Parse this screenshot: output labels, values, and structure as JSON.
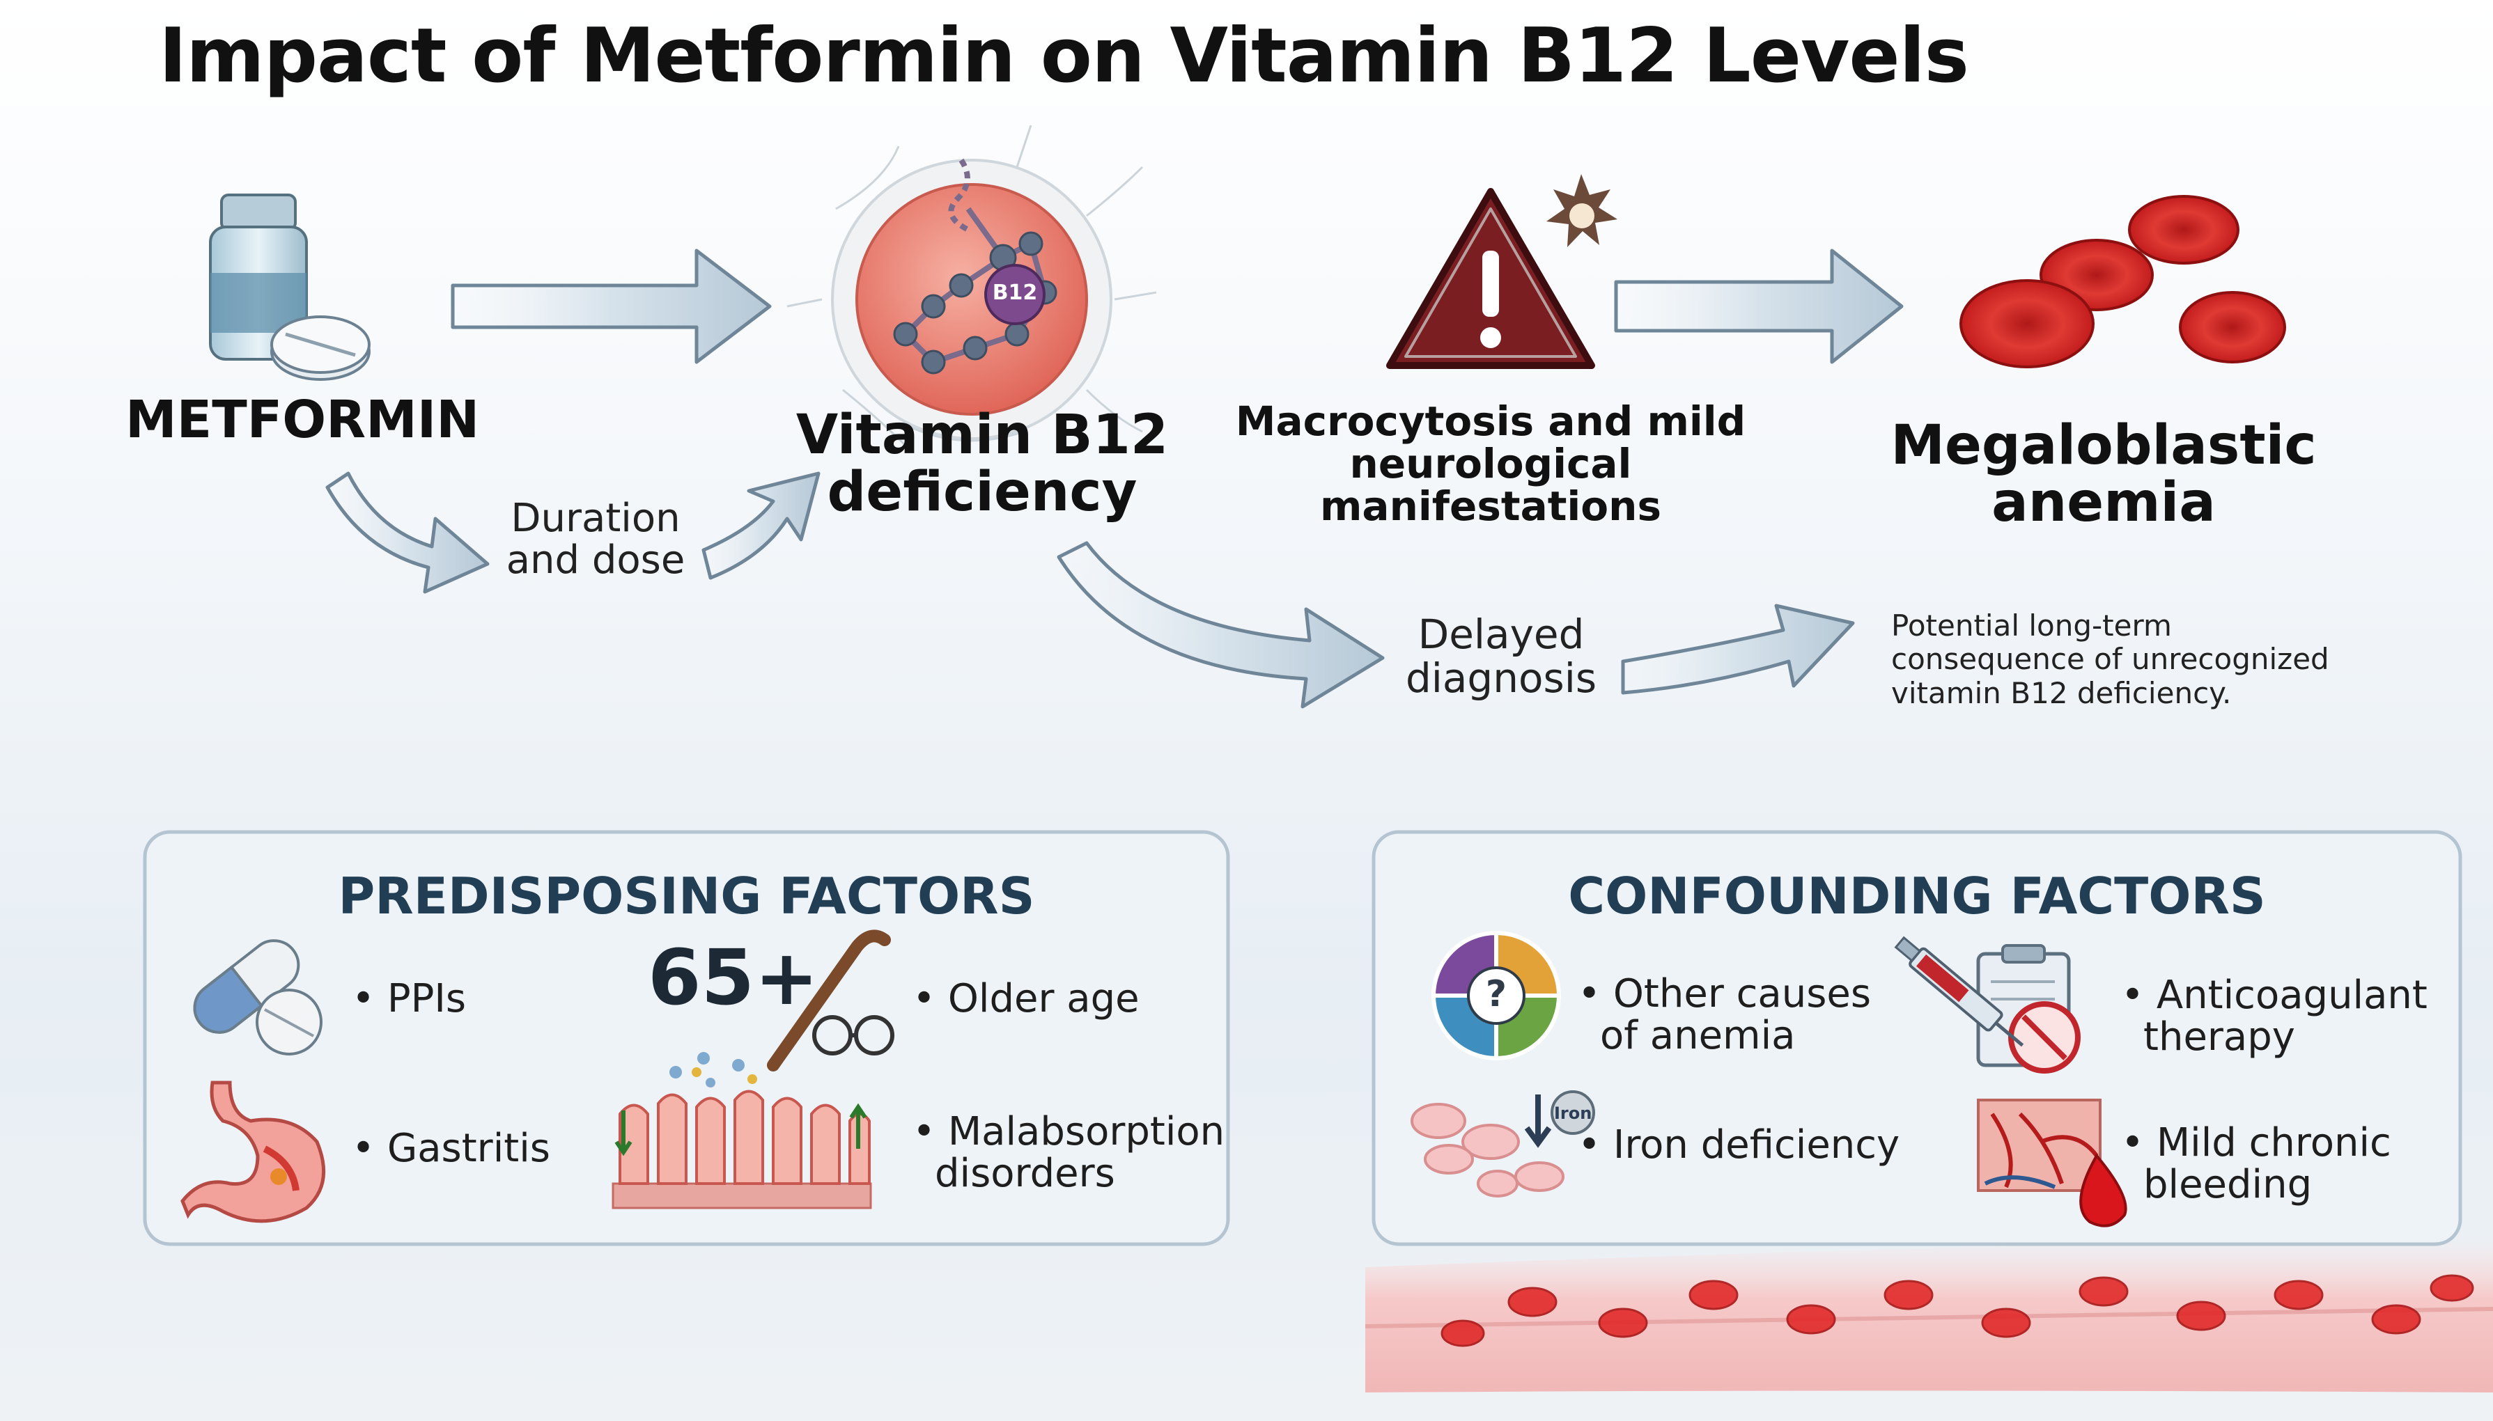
{
  "title": "Impact of Metformin on Vitamin B12 Levels",
  "flow": {
    "metformin": "METFORMIN",
    "duration_dose": [
      "Duration",
      "and dose"
    ],
    "b12_deficiency": [
      "Vitamin B12",
      "deficiency"
    ],
    "b12_badge": "B12",
    "macrocytosis": [
      "Macrocytosis and mild",
      "neurological manifestations"
    ],
    "megaloblastic": [
      "Megaloblastic",
      "anemia"
    ],
    "delayed": [
      "Delayed",
      "diagnosis"
    ],
    "consequence": [
      "Potential long-term",
      "consequence of unrecognized",
      "vitamin B12 deficiency."
    ]
  },
  "predisposing": {
    "title": "PREDISPOSING FACTORS",
    "age_badge": "65+",
    "items": {
      "ppis": "• PPIs",
      "older_age": "• Older age",
      "gastritis": "• Gastritis",
      "malabsorption": [
        "• Malabsorption",
        "disorders"
      ]
    }
  },
  "confounding": {
    "title": "CONFOUNDING FACTORS",
    "items": {
      "other_causes": [
        "• Other causes",
        "of anemia"
      ],
      "anticoagulant": [
        "• Anticoagulant",
        "therapy"
      ],
      "iron": "• Iron deficiency",
      "iron_badge": "Iron",
      "bleeding": [
        "• Mild chronic",
        "bleeding"
      ]
    }
  },
  "colors": {
    "arrow": "#c9d8e4",
    "arrow_edge": "#5f7688",
    "panel_title": "#213e55",
    "warning": "#7a1e22",
    "blood": "#d52a2a"
  }
}
